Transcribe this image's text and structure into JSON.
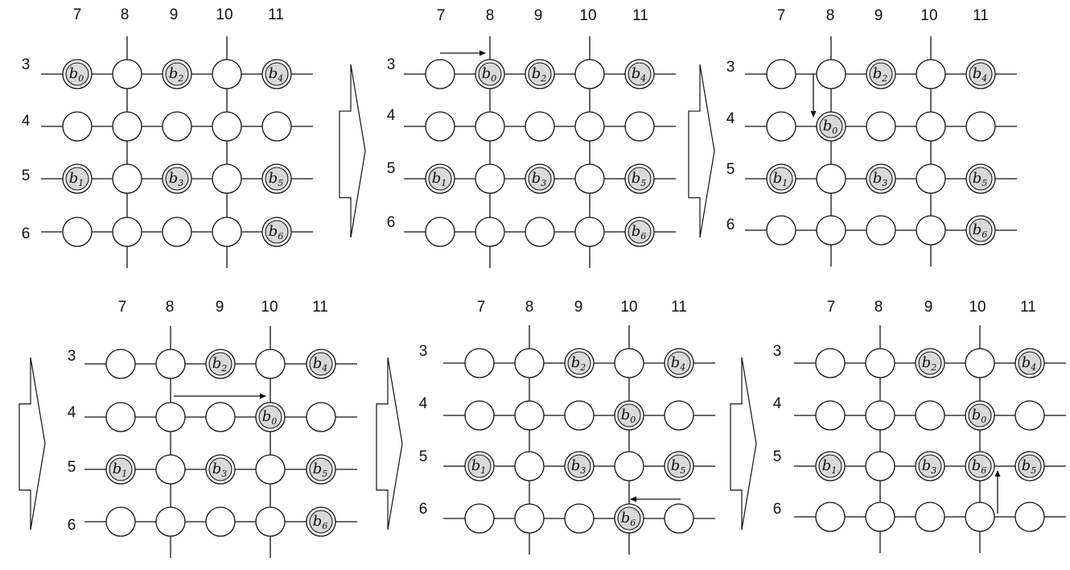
{
  "colors": {
    "line": "#111111",
    "node_fill": "#ffffff",
    "qubit_fill": "#d9d9d9"
  },
  "icons": {
    "step_arrow": "hollow-right-chevron-arrow",
    "move_arrow": "solid-arrow"
  },
  "column_labels": [
    "7",
    "8",
    "9",
    "10",
    "11"
  ],
  "row_labels": [
    "3",
    "4",
    "5",
    "6"
  ],
  "qubit_symbol": "b",
  "panels": [
    {
      "qubits": [
        {
          "id": "0",
          "row": "3",
          "col": "7"
        },
        {
          "id": "2",
          "row": "3",
          "col": "9"
        },
        {
          "id": "4",
          "row": "3",
          "col": "11"
        },
        {
          "id": "1",
          "row": "5",
          "col": "7"
        },
        {
          "id": "3",
          "row": "5",
          "col": "9"
        },
        {
          "id": "5",
          "row": "5",
          "col": "11"
        },
        {
          "id": "6",
          "row": "6",
          "col": "11"
        }
      ],
      "move": null
    },
    {
      "qubits": [
        {
          "id": "0",
          "row": "3",
          "col": "8"
        },
        {
          "id": "2",
          "row": "3",
          "col": "9"
        },
        {
          "id": "4",
          "row": "3",
          "col": "11"
        },
        {
          "id": "1",
          "row": "5",
          "col": "7"
        },
        {
          "id": "3",
          "row": "5",
          "col": "9"
        },
        {
          "id": "5",
          "row": "5",
          "col": "11"
        },
        {
          "id": "6",
          "row": "6",
          "col": "11"
        }
      ],
      "move": {
        "from": {
          "row": "3",
          "col": "7"
        },
        "to": {
          "row": "3",
          "col": "8"
        }
      }
    },
    {
      "qubits": [
        {
          "id": "0",
          "row": "4",
          "col": "8"
        },
        {
          "id": "2",
          "row": "3",
          "col": "9"
        },
        {
          "id": "4",
          "row": "3",
          "col": "11"
        },
        {
          "id": "1",
          "row": "5",
          "col": "7"
        },
        {
          "id": "3",
          "row": "5",
          "col": "9"
        },
        {
          "id": "5",
          "row": "5",
          "col": "11"
        },
        {
          "id": "6",
          "row": "6",
          "col": "11"
        }
      ],
      "move": {
        "from": {
          "row": "3",
          "col": "8"
        },
        "to": {
          "row": "4",
          "col": "8"
        }
      }
    },
    {
      "qubits": [
        {
          "id": "0",
          "row": "4",
          "col": "10"
        },
        {
          "id": "2",
          "row": "3",
          "col": "9"
        },
        {
          "id": "4",
          "row": "3",
          "col": "11"
        },
        {
          "id": "1",
          "row": "5",
          "col": "7"
        },
        {
          "id": "3",
          "row": "5",
          "col": "9"
        },
        {
          "id": "5",
          "row": "5",
          "col": "11"
        },
        {
          "id": "6",
          "row": "6",
          "col": "11"
        }
      ],
      "move": {
        "from": {
          "row": "4",
          "col": "8"
        },
        "to": {
          "row": "4",
          "col": "10"
        }
      }
    },
    {
      "qubits": [
        {
          "id": "0",
          "row": "4",
          "col": "10"
        },
        {
          "id": "2",
          "row": "3",
          "col": "9"
        },
        {
          "id": "4",
          "row": "3",
          "col": "11"
        },
        {
          "id": "1",
          "row": "5",
          "col": "7"
        },
        {
          "id": "3",
          "row": "5",
          "col": "9"
        },
        {
          "id": "5",
          "row": "5",
          "col": "11"
        },
        {
          "id": "6",
          "row": "6",
          "col": "10"
        }
      ],
      "move": {
        "from": {
          "row": "6",
          "col": "11"
        },
        "to": {
          "row": "6",
          "col": "10"
        }
      }
    },
    {
      "qubits": [
        {
          "id": "0",
          "row": "4",
          "col": "10"
        },
        {
          "id": "2",
          "row": "3",
          "col": "9"
        },
        {
          "id": "4",
          "row": "3",
          "col": "11"
        },
        {
          "id": "1",
          "row": "5",
          "col": "7"
        },
        {
          "id": "3",
          "row": "5",
          "col": "9"
        },
        {
          "id": "5",
          "row": "5",
          "col": "11"
        },
        {
          "id": "6",
          "row": "5",
          "col": "10"
        }
      ],
      "move": {
        "from": {
          "row": "6",
          "col": "10"
        },
        "to": {
          "row": "5",
          "col": "10"
        }
      }
    }
  ]
}
